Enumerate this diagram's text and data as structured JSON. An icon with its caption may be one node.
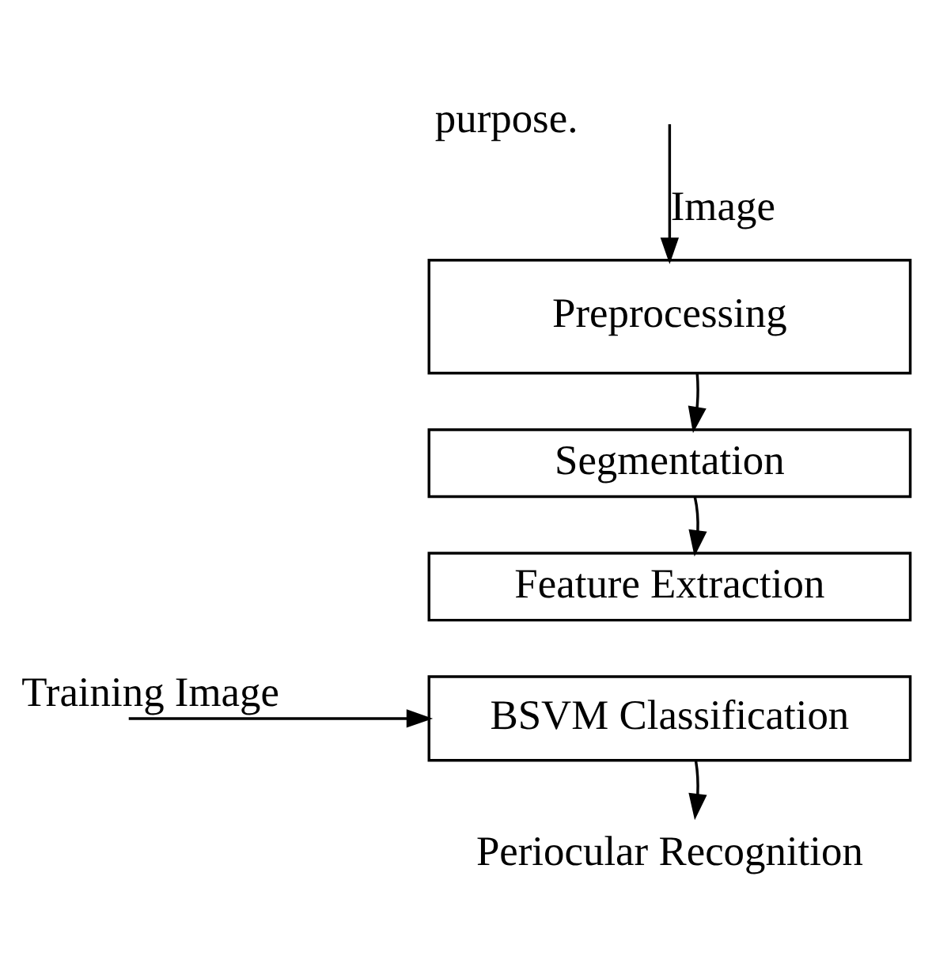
{
  "diagram": {
    "nodes": [
      {
        "text": [
          "Preprocessing"
        ]
      },
      {
        "text": [
          "Segmentation"
        ]
      },
      {
        "text": [
          "Feature Extraction"
        ]
      },
      {
        "text": [
          "BSVM Classification"
        ]
      },
      {
        "text": [
          "Periocular Recognition"
        ]
      }
    ],
    "edges": [
      {
        "from": null,
        "to": 0,
        "arrow": "to",
        "label": "Image"
      },
      {
        "from": 0,
        "to": 1,
        "arrow": "to"
      },
      {
        "from": 1,
        "to": 2,
        "arrow": "to"
      },
      {
        "from": null,
        "to": 3,
        "arrow": "to",
        "label": "Training Image"
      },
      {
        "from": 3,
        "to": 4,
        "arrow": "to"
      }
    ],
    "labels": [
      "purpose."
    ]
  }
}
